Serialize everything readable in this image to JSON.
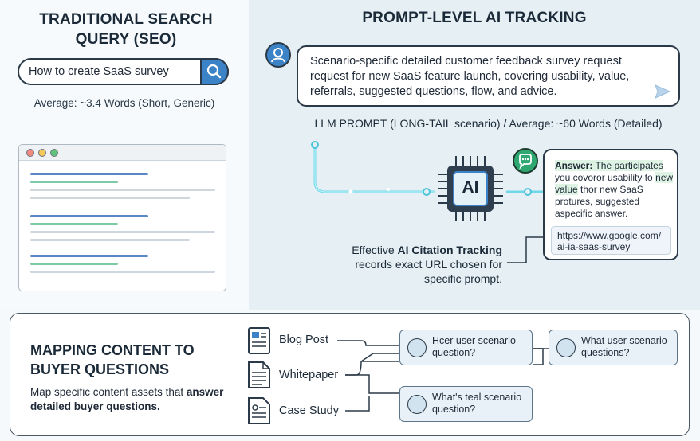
{
  "left": {
    "title_line1": "TRADITIONAL SEARCH",
    "title_line2": "QUERY (SEO)",
    "search_query": "How to create SaaS survey",
    "average": "Average: ~3.4 Words (Short, Generic)"
  },
  "right": {
    "title": "PROMPT-LEVEL AI TRACKING",
    "prompt_text": "Scenario-specific detailed customer feedback survey request request for new SaaS feature launch, covering usability, value, referrals, suggested questions, flow, and advice.",
    "llm_label": "LLM PROMPT (LONG-TAIL scenario) / Average: ~60 Words (Detailed)",
    "chip_label": "AI",
    "answer_label": "Answer:",
    "answer_hl1": "The participates",
    "answer_mid1": "you covoror usability to",
    "answer_hl2": "new value",
    "answer_mid2": "thor new SaaS protures, suggested aspecific answer.",
    "url_line1": "https://www.google.com/",
    "url_line2": "ai-ia-saas-survey",
    "citation_pre": "Effective",
    "citation_bold": "AI Citation Tracking",
    "citation_rest": "records exact URL chosen for specific prompt."
  },
  "mapping": {
    "title_line1": "MAPPING CONTENT TO",
    "title_line2": "BUYER QUESTIONS",
    "desc_pre": "Map specific content assets that",
    "desc_bold": "answer detailed buyer questions.",
    "assets": [
      "Blog Post",
      "Whitepaper",
      "Case Study"
    ],
    "questions": [
      {
        "line1": "Hcer user scenario",
        "line2": "question?"
      },
      {
        "line1": "What user scenario",
        "line2": "questions?"
      },
      {
        "line1": "What's teal scenario",
        "line2": "question?"
      }
    ]
  },
  "icons": {
    "search": "search-icon",
    "send": "send-icon",
    "user": "user-icon",
    "chat": "chat-icon",
    "document": "document-icon"
  },
  "colors": {
    "accent_blue": "#3b82c6",
    "accent_green": "#2ea870",
    "circuit_cyan": "#7fe3f0",
    "dark_stroke": "#2b3a48"
  }
}
